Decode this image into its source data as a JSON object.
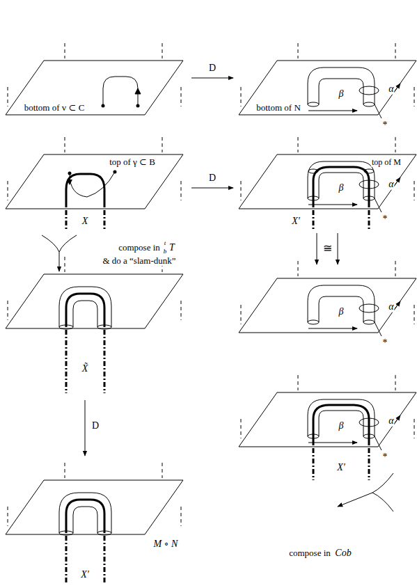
{
  "diagram": {
    "labels": [
      "bottom of v ⊂ C",
      "D",
      "bottom of N",
      "α",
      "β",
      "*",
      "top of γ ⊂ B",
      "D",
      "top of M",
      "α",
      "β",
      "*",
      "X",
      "X′",
      "compose in",
      "t",
      "b",
      "T",
      "& do a “slam-dunk”",
      "≅",
      "α",
      "β",
      "*",
      "α",
      "β",
      "*",
      "X̃",
      "X′",
      "D",
      "compose in",
      "Cob",
      "M ∘ N",
      "X′"
    ]
  }
}
